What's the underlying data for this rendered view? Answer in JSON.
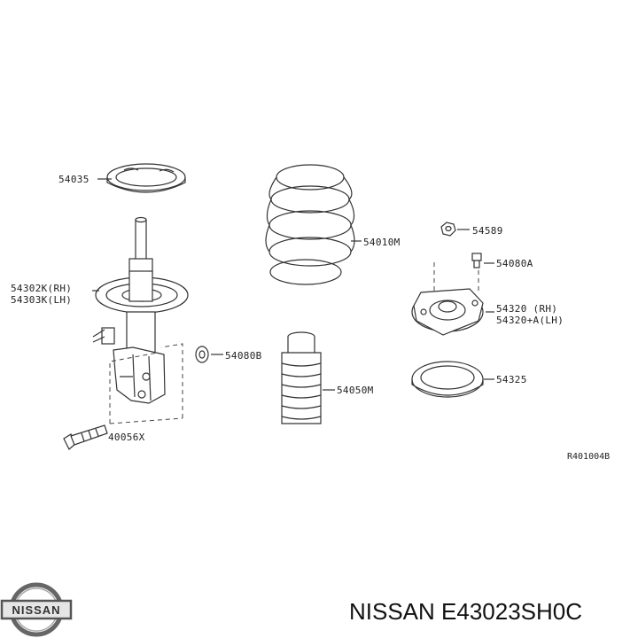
{
  "parts": {
    "mount_seat": "54035",
    "strut_rh": "54302K(RH)",
    "strut_lh": "54303K(LH)",
    "coil_spring": "54010M",
    "nut": "54589",
    "bolt_a": "54080A",
    "bumper": "54080B",
    "mount_rh": "54320   (RH)",
    "mount_lh": "54320+A(LH)",
    "bearing": "54325",
    "dust_boot": "54050M",
    "bolt_x": "40056X"
  },
  "reference_code": "R401004B",
  "logo_text": "NISSAN",
  "footer_title": "NISSAN E43023SH0C",
  "colors": {
    "line": "#333333",
    "background": "#ffffff"
  }
}
